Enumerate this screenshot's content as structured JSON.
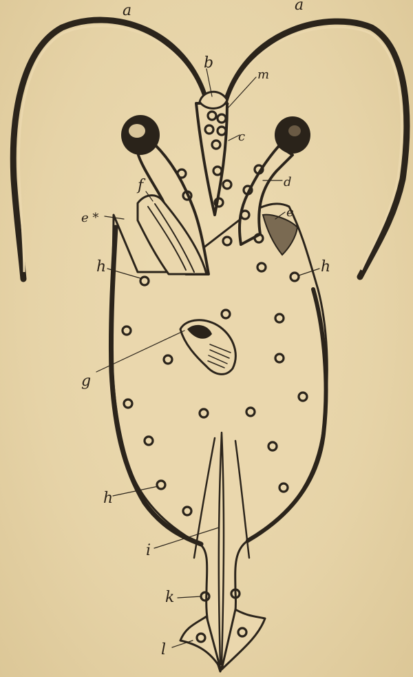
{
  "figure": {
    "labels": {
      "a_left": "a",
      "a_right": "a",
      "b": "b",
      "m": "m",
      "c": "c",
      "d": "d",
      "e_upper": "e",
      "e_star": "e *",
      "f": "f",
      "g": "g",
      "h_upper_left": "h",
      "h_upper_right": "h",
      "h_lower_left": "h",
      "i": "i",
      "k": "k",
      "l": "l"
    }
  }
}
